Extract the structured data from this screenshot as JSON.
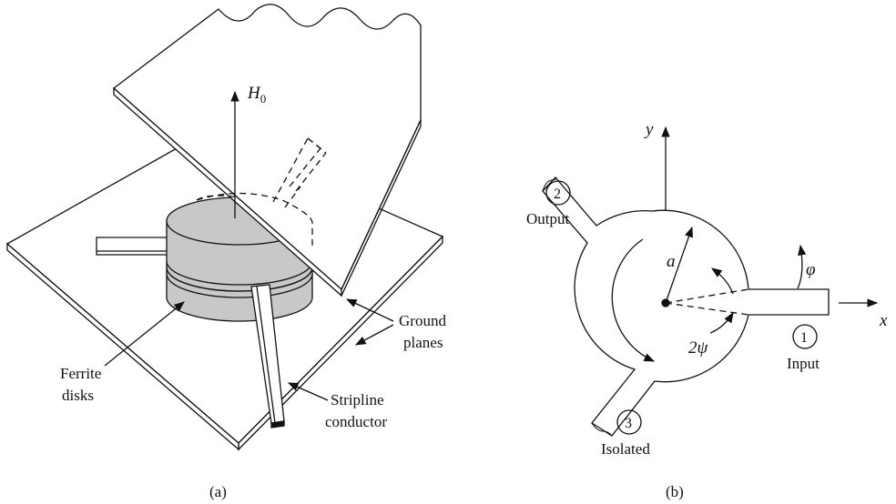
{
  "figure_a": {
    "caption": "(a)",
    "field_label": "H",
    "field_subscript": "0",
    "ground_planes_line1": "Ground",
    "ground_planes_line2": "planes",
    "ferrite_line1": "Ferrite",
    "ferrite_line2": "disks",
    "stripline_line1": "Stripline",
    "stripline_line2": "conductor"
  },
  "figure_b": {
    "caption": "(b)",
    "axis_x": "x",
    "axis_y": "y",
    "radius": "a",
    "angle_phi": "φ",
    "angle_psi": "2ψ",
    "port1_number": "1",
    "port1_label": "Input",
    "port2_number": "2",
    "port2_label": "Output",
    "port3_number": "3",
    "port3_label": "Isolated"
  },
  "colors": {
    "ferrite_fill": "#c8c8c8",
    "line": "#111111",
    "background": "#ffffff"
  }
}
